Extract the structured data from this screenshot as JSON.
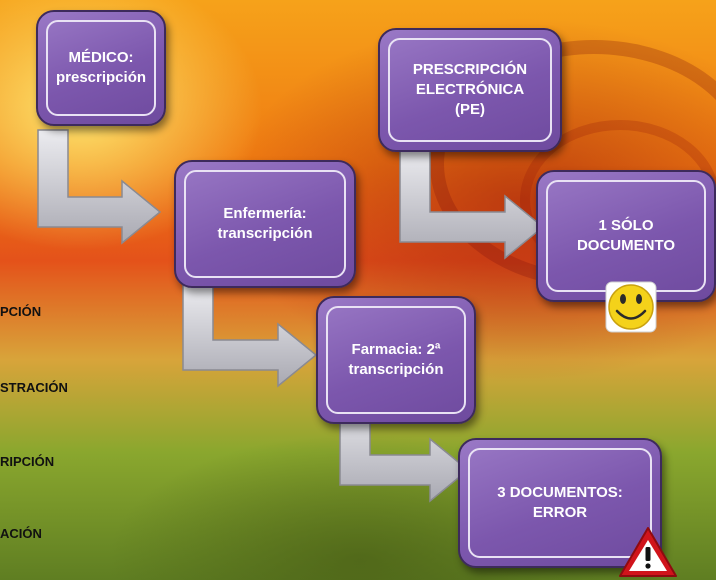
{
  "boxes": {
    "medico": "MÉDICO: prescripción",
    "enfermeria": "Enfermería: transcripción",
    "farmacia": "Farmacia: 2ª transcripción",
    "tres_docs": "3 DOCUMENTOS: ERROR",
    "pe": "PRESCRIPCIÓN ELECTRÓNICA (PE)",
    "un_doc": "1 SÓLO DOCUMENTO"
  },
  "side_labels": [
    "PCIÓN",
    "STRACIÓN",
    "RIPCIÓN",
    "ACIÓN"
  ],
  "icons": {
    "success": "smiley-face-icon",
    "warning": "warning-triangle-icon"
  },
  "colors": {
    "box_fill": "#7c57ad",
    "box_border": "#3d2a5c",
    "box_inner_line": "#e9e2f4",
    "arrow_fill": "#c9c9cf",
    "smiley_yellow": "#f4d21a",
    "warning_red": "#d0141b"
  }
}
